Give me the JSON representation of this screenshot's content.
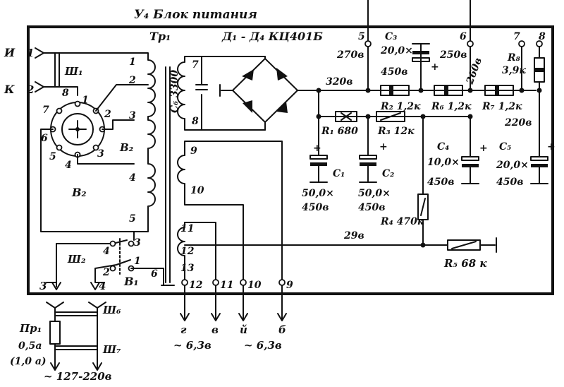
{
  "title": "У₄ Блок питания",
  "mains": {
    "phase_i": "И",
    "phase_k": "К",
    "pin1": "1",
    "pin2": "2",
    "plug_w1": "Ш₁",
    "plug_w2": "Ш₂"
  },
  "voltage_selector": {
    "name": "В₂",
    "name_inner": "В₂",
    "pos1": "1",
    "pos2": "2",
    "pos3": "3",
    "pos4": "4",
    "pos5": "5",
    "pos6": "6",
    "pos7": "7",
    "pos8": "8"
  },
  "transformer": {
    "name": "Тр₁",
    "w1": "1",
    "w2": "2",
    "w3": "3",
    "w4": "4",
    "w5": "5",
    "w6": "6",
    "w7": "7",
    "w8": "8",
    "w9": "9",
    "w10": "10",
    "w11": "11",
    "w12": "12",
    "w13": "13",
    "c6": "С₆ 3300"
  },
  "rectifier": {
    "label": "Д₁ - Д₄  КЦ401Б"
  },
  "power_switch": {
    "name": "В₁",
    "p1": "1",
    "p2": "2",
    "p3": "3",
    "p4": "4",
    "out3": "3",
    "out4": "4"
  },
  "filter": {
    "v320": "320в",
    "r1": "R₁ 680",
    "r2": "R₂ 1,2к",
    "r3": "R₃ 12к",
    "r4": "R₄ 470к",
    "r5": "R₅ 68 к",
    "r6": "R₆ 1,2к",
    "r7": "R₇ 1,2к",
    "r8": "R₈",
    "r8_val": "3,9к",
    "c1": "С₁",
    "c1_val1": "50,0×",
    "c1_val2": "450в",
    "c2": "С₂",
    "c2_val1": "50,0×",
    "c2_val2": "450в",
    "c3": "С₃",
    "c3_val1": "20,0×",
    "c3_val2": "450в",
    "c4": "С₄",
    "c4_val1": "10,0×",
    "c4_val2": "450в",
    "c5": "С₅",
    "c5_val1": "20,0×",
    "c5_val2": "450в",
    "plus": "+",
    "minus": "-",
    "v29": "29в"
  },
  "outputs": {
    "t5": "5",
    "t6": "6",
    "t7": "7",
    "t8": "8",
    "t5_v": "270в",
    "t6_v": "250в",
    "t6_v2": "260в",
    "t8_v": "220в",
    "t12": "12",
    "t11": "11",
    "t10": "10",
    "t9": "9",
    "g": "г",
    "v": "в",
    "j": "й",
    "b": "б",
    "h1": "~ 6,3в",
    "h2": "~ 6,3в"
  },
  "fuse": {
    "name": "Пр₁",
    "rating": "0,5а",
    "rating_alt": "(1,0 а)",
    "mains_v": "~ 127-220в",
    "plug_w6": "Ш₆",
    "plug_w7": "Ш₇"
  }
}
